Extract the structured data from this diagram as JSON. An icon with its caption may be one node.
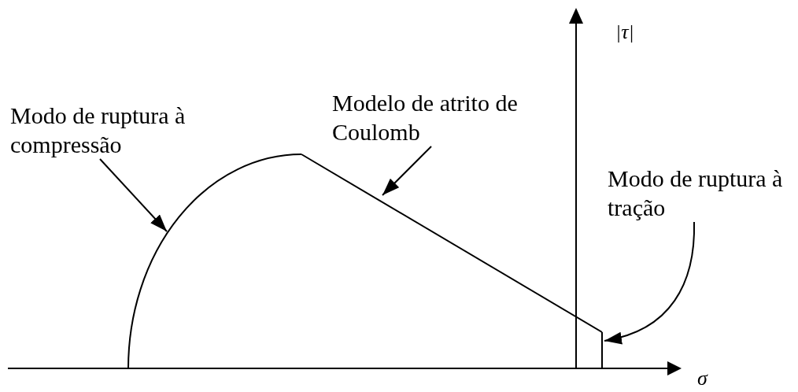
{
  "diagram": {
    "nodes": [
      {
        "text": [
          "Modo de ruptura à compressão"
        ]
      },
      {
        "text": [
          "Modelo de atrito de Coulomb"
        ]
      },
      {
        "text": [
          "Modo de ruptura à tração"
        ]
      },
      {
        "text": [],
        "shape": "arc"
      },
      {
        "text": [],
        "shape": "line"
      },
      {
        "text": [],
        "shape": "line"
      }
    ],
    "edges": [
      {
        "from": 0,
        "to": 3,
        "arrow": "to"
      },
      {
        "from": 1,
        "to": 4,
        "arrow": "to"
      },
      {
        "from": 2,
        "to": 5,
        "arrow": "to"
      }
    ],
    "labels": [
      "|τ|",
      "σ"
    ]
  }
}
